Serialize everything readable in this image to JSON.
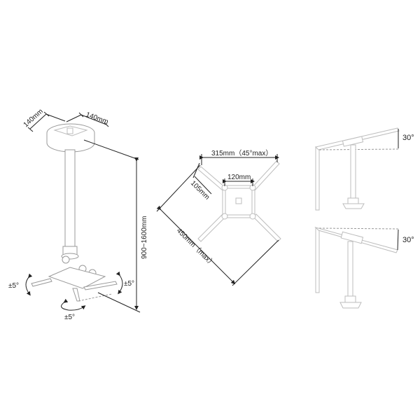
{
  "figure": {
    "type": "product dimension diagram",
    "subject": "projector ceiling mount"
  },
  "left_view": {
    "ceiling_plate_width": "140mm",
    "ceiling_plate_depth": "140mm",
    "height_range": "900~1600mm",
    "tilt_left": "±5°",
    "tilt_right": "±5°",
    "swivel": "±5°"
  },
  "middle_view": {
    "arm_span": "315mm（45°max）",
    "center_plate": "120mm",
    "arm_offset": "105mm",
    "diagonal_max": "450mm（max）"
  },
  "right_views": {
    "top_tilt": "30°",
    "bottom_tilt": "30°"
  }
}
